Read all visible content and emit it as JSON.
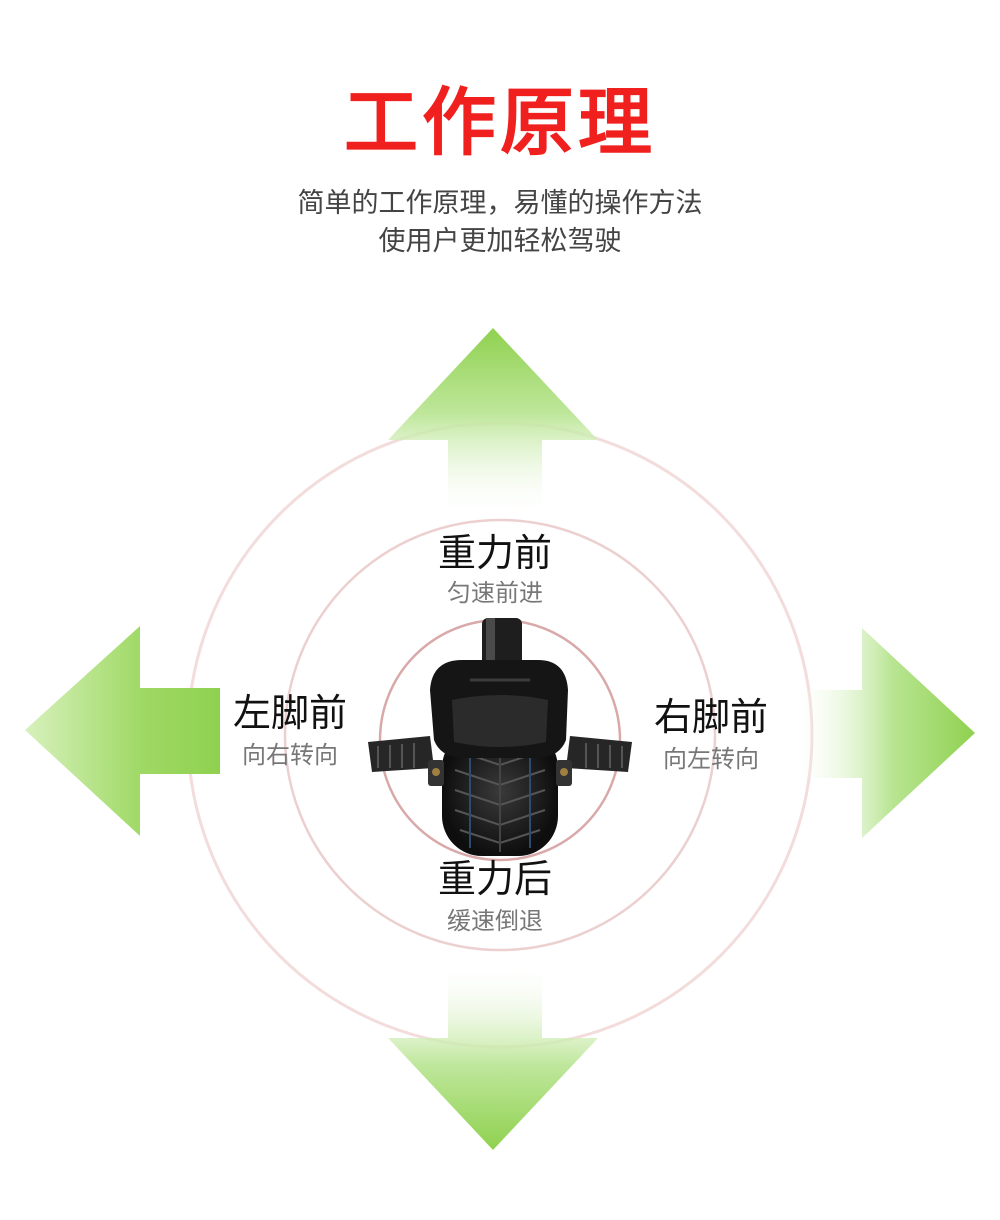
{
  "header": {
    "title": "工作原理",
    "subtitle_line1": "简单的工作原理，易懂的操作方法",
    "subtitle_line2": "使用户更加轻松驾驶"
  },
  "directions": {
    "front": {
      "label": "重力前",
      "sublabel": "匀速前进"
    },
    "back": {
      "label": "重力后",
      "sublabel": "缓速倒退"
    },
    "left": {
      "label": "左脚前",
      "sublabel": "向右转向"
    },
    "right": {
      "label": "右脚前",
      "sublabel": "向左转向"
    }
  },
  "colors": {
    "title": "#f0201f",
    "arrow_green": "#8fd14f",
    "arrow_light": "#e6f6d5",
    "circle_outer": "#f3dcdc",
    "circle_inner": "#d9a9a9",
    "device_dark": "#1c1c1c"
  },
  "icons": {
    "up": "arrow-up-icon",
    "down": "arrow-down-icon",
    "left": "arrow-left-icon",
    "right": "arrow-right-icon",
    "device": "unicycle-icon"
  }
}
